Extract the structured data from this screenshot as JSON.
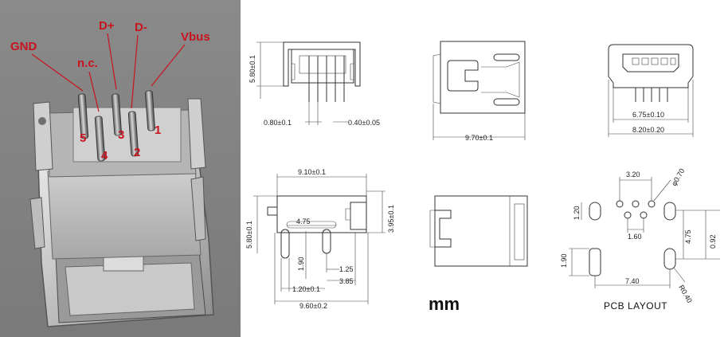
{
  "photo": {
    "pin_labels": [
      "GND",
      "n.c.",
      "D+",
      "D-",
      "Vbus"
    ],
    "pin_numbers": [
      "5",
      "4",
      "3",
      "2",
      "1"
    ]
  },
  "dimensions": {
    "front": {
      "height": "5.80±0.1",
      "pitch": "0.80±0.1",
      "pin_width": "0.40±0.05"
    },
    "top": {
      "length": "9.70±0.1"
    },
    "end": {
      "inner_width": "6.75±0.10",
      "outer_width": "8.20±0.20"
    },
    "side": {
      "top_length": "9.10±0.1",
      "height": "5.80±0.1",
      "right_height": "3.95±0.1",
      "inner_length": "4.75",
      "peg_height": "1.90",
      "peg_offset": "1.25",
      "peg_width": "1.20±0.1",
      "rear_length": "3.85",
      "total_length": "9.60±0.2"
    },
    "pcb": {
      "pin_span": "3.20",
      "hole_dia": "φ0.70",
      "pad_height": "1.20",
      "pin_pitch": "1.60",
      "pad_offset": "4.75",
      "edge_offset": "0.92",
      "lower_pad_height": "1.90",
      "pad_span": "7.40",
      "corner_radius": "R0.40"
    }
  },
  "unit_label": "mm",
  "pcb_caption": "PCB LAYOUT"
}
